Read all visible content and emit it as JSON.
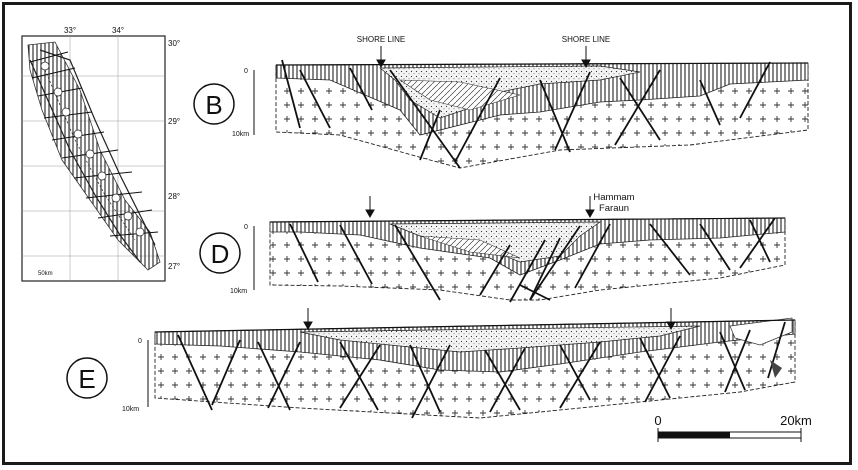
{
  "inset_map": {
    "top_ticks": [
      "33°",
      "34°"
    ],
    "right_ticks": [
      "30°",
      "29°",
      "28°",
      "27°"
    ],
    "scale_label": "50km"
  },
  "sections": [
    {
      "letter": "B",
      "depth_top": "0",
      "depth_bottom": "10km",
      "annotations": [
        "SHORE LINE",
        "SHORE LINE"
      ]
    },
    {
      "letter": "D",
      "depth_top": "0",
      "depth_bottom": "10km",
      "annotations": [
        "Hammam",
        "Faraun"
      ]
    },
    {
      "letter": "E",
      "depth_top": "0",
      "depth_bottom": "10km",
      "annotations": []
    }
  ],
  "scale_bar": {
    "start": "0",
    "end": "20km"
  },
  "colors": {
    "ink": "#111111",
    "basement": "#ffffff",
    "sediment_fill": "#cfcfcf"
  }
}
